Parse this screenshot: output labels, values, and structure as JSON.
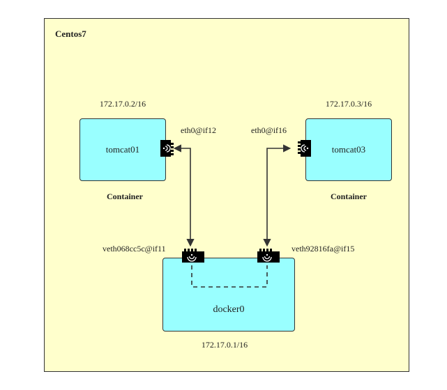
{
  "host": {
    "title": "Centos7"
  },
  "containers": [
    {
      "name": "tomcat01",
      "ip": "172.17.0.2/16",
      "interface": "eth0@if12",
      "caption": "Container"
    },
    {
      "name": "tomcat03",
      "ip": "172.17.0.3/16",
      "interface": "eth0@if16",
      "caption": "Container"
    }
  ],
  "bridge": {
    "name": "docker0",
    "ip": "172.17.0.1/16",
    "veths": [
      {
        "label": "veth068cc5c@if11"
      },
      {
        "label": "veth92816fa@if15"
      }
    ]
  },
  "icons": [
    "network-card-icon"
  ],
  "colors": {
    "host_bg": "#ffffcc",
    "box_fill": "#99ffff",
    "stroke": "#333333"
  }
}
